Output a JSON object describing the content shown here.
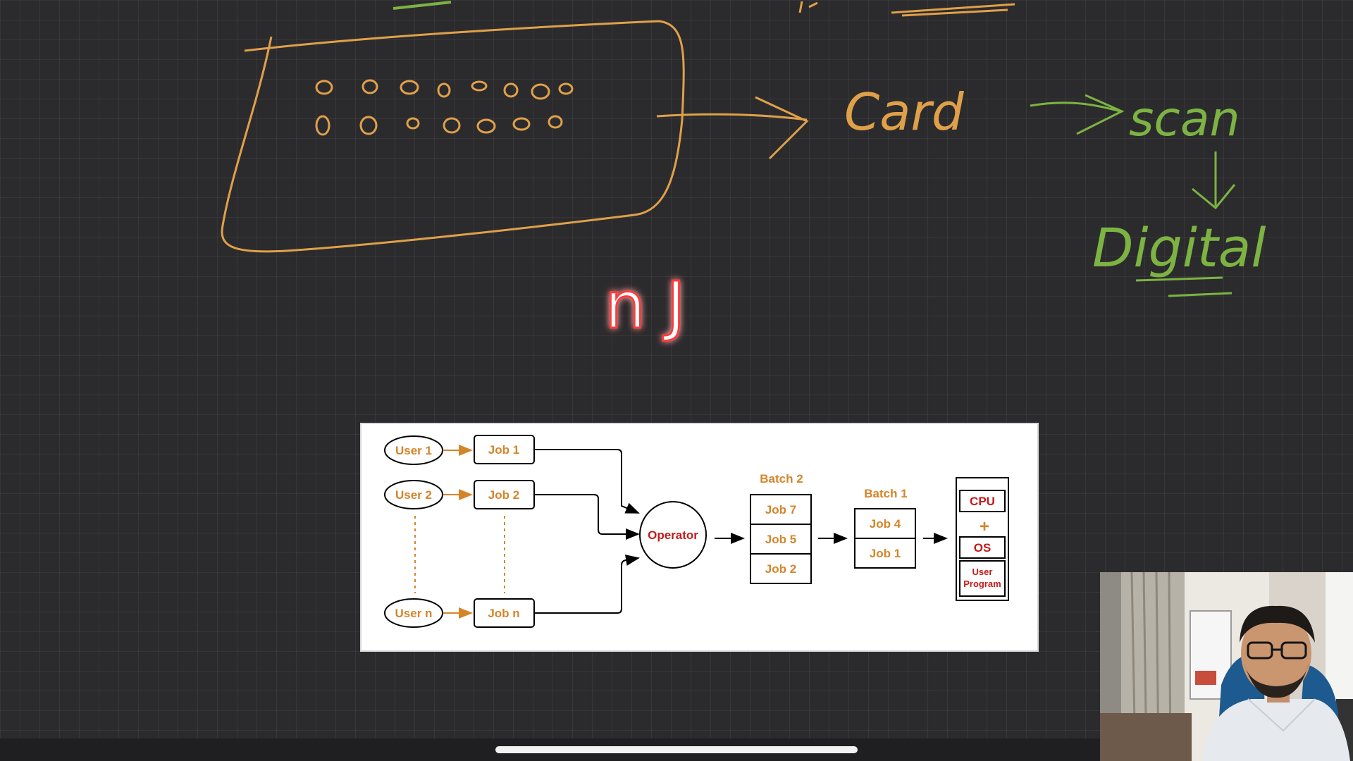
{
  "notes": {
    "card_label": "Card",
    "scan_label": "scan",
    "digital_label": "Digital",
    "n_j_label": "n J"
  },
  "diagram": {
    "users": [
      "User 1",
      "User 2",
      "User n"
    ],
    "jobs": [
      "Job 1",
      "Job 2",
      "Job n"
    ],
    "operator_label": "Operator",
    "batch2": {
      "title": "Batch 2",
      "jobs": [
        "Job 7",
        "Job 5",
        "Job 2"
      ]
    },
    "batch1": {
      "title": "Batch 1",
      "jobs": [
        "Job 4",
        "Job 1"
      ]
    },
    "cpu_stack": {
      "cpu": "CPU",
      "plus": "+",
      "os": "OS",
      "program_line1": "User",
      "program_line2": "Program"
    }
  },
  "colors": {
    "orange_ink": "#e0a04a",
    "green_ink": "#7cb342",
    "red_glow": "#ff3b3b",
    "diagram_orange": "#d4852a",
    "diagram_red": "#c41a1a"
  },
  "icons": {
    "webcam": "presenter-webcam"
  }
}
